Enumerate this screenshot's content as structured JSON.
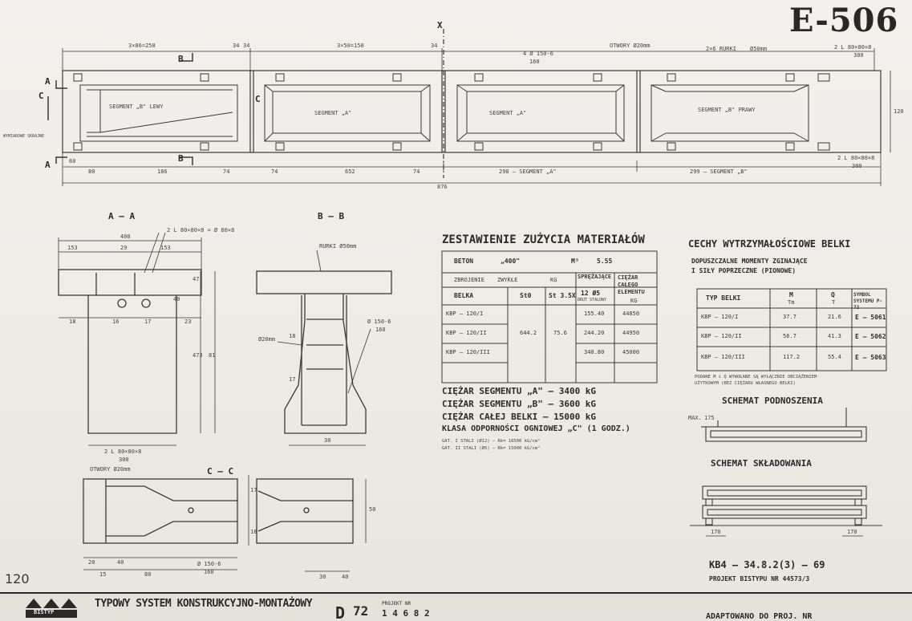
{
  "sheet": {
    "code": "E-506",
    "page_number": "120",
    "dim_labels": {
      "seg_pitch_1": "3×86=258",
      "seg_pitch_2": "3×50=150",
      "center_axis": "X",
      "dim_34a": "34",
      "dim_34b": "34",
      "dim_34c": "34",
      "hole_spec": "4 Ø 150-6",
      "hole_spec_sub": "160",
      "holes": "OTWORY Ø20mm",
      "pipes": "2×6 RURKI",
      "pipe_dia": "Ø50mm",
      "angle_top": "2 L 80×80×8",
      "angle_top_sub": "300",
      "angle_bot": "2 L 80×80×8",
      "angle_bot_sub": "300",
      "bot_60": "60",
      "bot_90": "80",
      "bot_186": "186",
      "bot_74a": "74",
      "bot_74b": "74",
      "bot_652": "652",
      "bot_74c": "74",
      "seg_a_len": "298 — SEGMENT „A\"",
      "seg_b_len": "299 — SEGMENT „B\"",
      "total": "876",
      "h120": "120",
      "side_label": "WYMIAROWE SKRAJNE"
    },
    "segments": [
      "SEGMENT „B\" LEWY",
      "SEGMENT „A\"",
      "SEGMENT „A\"",
      "SEGMENT „B\" PRAWY"
    ],
    "section_labels": {
      "aa": "A – A",
      "bb": "B – B",
      "cc": "C – C",
      "mark_a": "A",
      "mark_b": "B",
      "mark_c": "C"
    },
    "aa_dims": {
      "angle": "2 L 80×80×8 = Ø 80×8",
      "w400": "400",
      "w153": "153",
      "w29": "29",
      "w153b": "153",
      "w40": "40",
      "w18": "18",
      "w16": "16",
      "w17": "17",
      "w23": "23",
      "h47": "47",
      "h473": "473",
      "h81": "81",
      "angle2": "2 L 80×80×8",
      "angle2_sub": "300"
    },
    "bb_dims": {
      "rurki": "RURKI Ø50mm",
      "rod": "Ø20mm",
      "hole": "Ø 150-6",
      "hole_sub": "160",
      "w30": "30",
      "h18": "18",
      "h17": "17"
    },
    "cc_dims": {
      "holes": "OTWORY Ø20mm",
      "a1": "20",
      "a2": "40",
      "a3": "80",
      "a4": "15",
      "hole": "Ø 150-6",
      "hole_sub": "160",
      "c30": "30",
      "c40": "40",
      "h50": "50",
      "h7": "17",
      "h18": "18"
    },
    "materials": {
      "title": "ZESTAWIENIE ZUŻYCIA MATERIAŁÓW",
      "beton_label": "BETON",
      "beton_grade": "„400\"",
      "beton_unit": "M³",
      "beton_value": "5.55",
      "zbrojenie_label": "ZBROJENIE",
      "zwykle_label": "ZWYKŁE",
      "kg_label": "KG",
      "sprezajace_label": "SPRĘŻAJĄCE",
      "ciezar_label": "CIĘŻAR CAŁEGO ELEMENTU",
      "col_belka": "BELKA",
      "col_st0": "St0",
      "col_st35": "St 3.5X",
      "col_spr_sub": "12 Ø5",
      "col_spr_sub2": "DRUT STALOWY",
      "col_kg": "KG",
      "st0_value": "644.2",
      "st35_value": "75.6",
      "rows": [
        {
          "belka": "KBP – 120/I",
          "spr": "155.40",
          "ciezar": "44850"
        },
        {
          "belka": "KBP – 120/II",
          "spr": "244.20",
          "ciezar": "44950"
        },
        {
          "belka": "KBP – 120/III",
          "spr": "340.80",
          "ciezar": "45000"
        }
      ]
    },
    "weights": {
      "line1": "CIĘŻAR  SEGMENTU  „A\"   –  3400 kG",
      "line2": "CIĘŻAR  SEGMENTU  „B\"   –  3600 kG",
      "line3": "CIĘŻAR  CAŁEJ  BELKI      –  15000 kG",
      "line4": "KLASA  ODPORNOŚCI  OGNIOWEJ  „C\"  (1 GODZ.)",
      "note1": "GAT. I  STALI  (Ø12)  –  Rk= 16500 kG/cm²",
      "note2": "GAT. II  STALI  (Ø5)  –  Rk= 15000 kG/cm²"
    },
    "strength": {
      "title": "CECHY WYTRZYMAŁOŚCIOWE BELKI",
      "subtitle1": "DOPUSZCZALNE   MOMENTY  ZGINAJĄCE",
      "subtitle2": "I  SIŁY  POPRZECZNE   (PIONOWE)",
      "col_type": "TYP BELKI",
      "col_m": "M",
      "col_m_unit": "Tm",
      "col_q": "Q",
      "col_q_unit": "T",
      "col_symbol": "SYMBOL SYSTEMU P-72",
      "rows": [
        {
          "type": "KBP – 120/I",
          "m": "37.7",
          "q": "21.6",
          "symbol": "E – 5061"
        },
        {
          "type": "KBP – 120/II",
          "m": "56.7",
          "q": "41.3",
          "symbol": "E – 5062"
        },
        {
          "type": "KBP – 120/III",
          "m": "117.2",
          "q": "55.4",
          "symbol": "E – 5063"
        }
      ],
      "note1": "PODANE M i Q WYWOŁANE SĄ WYŁĄCZNIE  OBCIĄŻENIEM",
      "note2": "UŻYTKOWYM (BEZ CIĘŻARU WŁASNEGO BELKI)"
    },
    "lifting": {
      "title": "SCHEMAT  PODNOSZENIA",
      "max_label": "MAX.",
      "max_value": "175"
    },
    "storage": {
      "title": "SCHEMAT  SKŁADOWANIA",
      "d1": "170",
      "d2": "170"
    },
    "catalog": {
      "code": "KB4  –  34.8.2(3) – 69",
      "project": "PROJEKT  BISTYPU  NR  44573/3"
    },
    "footer": {
      "system": "TYPOWY SYSTEM KONSTRUKCYJNO-MONTAŻOWY",
      "letter": "D",
      "number": "72",
      "proj_label": "PROJEKT NR",
      "proj_number": "1 4 6 8 2",
      "adapted": "ADAPTOWANO  DO  PROJ. NR",
      "logo_text": "BISTYP"
    }
  }
}
